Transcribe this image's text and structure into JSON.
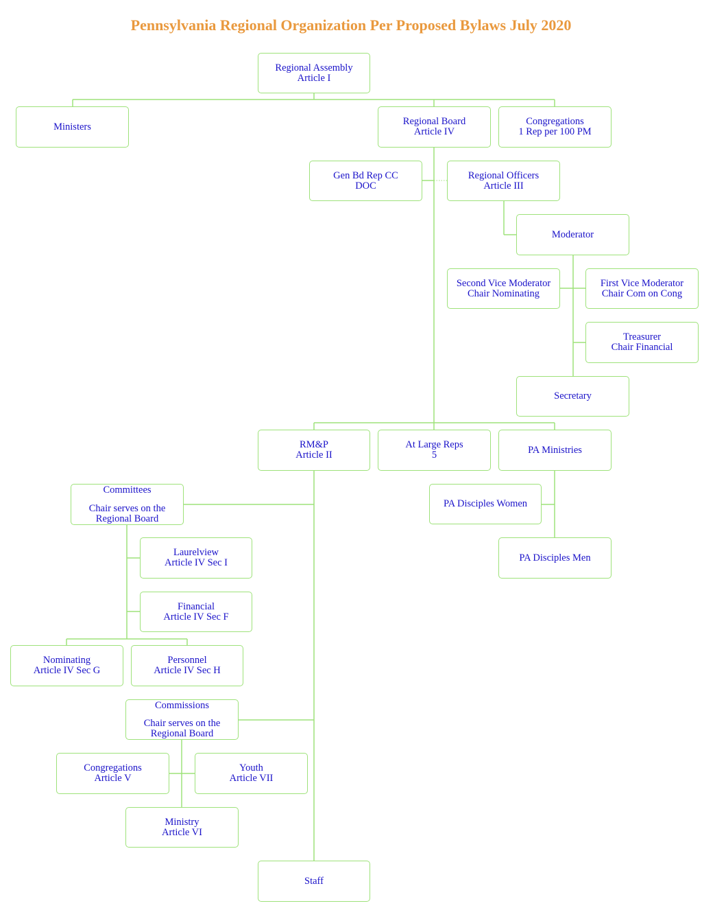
{
  "title": "Pennsylvania Regional Organization Per Proposed Bylaws July 2020",
  "colors": {
    "title": "#e9993e",
    "text": "#1a12c9",
    "line": "#9ee27a"
  },
  "boxes": {
    "regional_assembly": [
      "Regional Assembly",
      "Article I"
    ],
    "ministers": [
      "Ministers"
    ],
    "regional_board": [
      "Regional Board",
      "Article IV"
    ],
    "congregations_reps": [
      "Congregations",
      "1 Rep per 100 PM"
    ],
    "gen_bd_rep": [
      "Gen Bd Rep CC",
      "DOC"
    ],
    "regional_officers": [
      "Regional Officers",
      "Article III"
    ],
    "moderator": [
      "Moderator"
    ],
    "second_vice_moderator": [
      "Second Vice Moderator",
      "Chair Nominating"
    ],
    "first_vice_moderator": [
      "First Vice Moderator",
      "Chair Com on Cong"
    ],
    "treasurer": [
      "Treasurer",
      "Chair Financial"
    ],
    "secretary": [
      "Secretary"
    ],
    "rmp": [
      "RM&P",
      "Article II"
    ],
    "at_large_reps": [
      "At Large Reps",
      "5"
    ],
    "pa_ministries": [
      "PA Ministries"
    ],
    "pa_disciples_women": [
      "PA Disciples Women"
    ],
    "pa_disciples_men": [
      "PA Disciples Men"
    ],
    "committees": [
      "Committees",
      "",
      "Chair serves on the",
      "Regional Board"
    ],
    "laurelview": [
      "Laurelview",
      "Article IV Sec I"
    ],
    "financial": [
      "Financial",
      "Article IV Sec F"
    ],
    "nominating": [
      "Nominating",
      "Article IV Sec G"
    ],
    "personnel": [
      "Personnel",
      "Article IV Sec H"
    ],
    "commissions": [
      "Commissions",
      "",
      "Chair serves on the",
      "Regional Board"
    ],
    "congregations_commission": [
      "Congregations",
      "Article V"
    ],
    "youth": [
      "Youth",
      "Article VII"
    ],
    "ministry": [
      "Ministry",
      "Article VI"
    ],
    "staff": [
      "Staff"
    ]
  }
}
